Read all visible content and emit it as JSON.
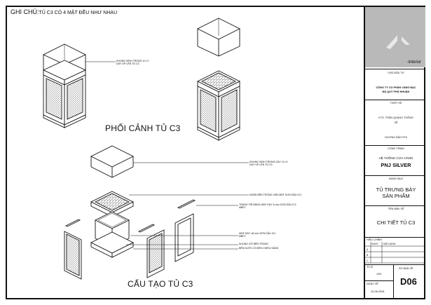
{
  "note": {
    "prefix": "GHI CHÚ:",
    "text": "TỦ C3 CÓ 4 MẶT ĐỀU NHƯ NHAU"
  },
  "views": {
    "perspective_title": "PHỐI CẢNH TỦ C3",
    "structure_title": "CẤU TẠO TỦ C3"
  },
  "labels": {
    "top_perspective": [
      "KHUNG KÍNH TRONG 10 LY",
      "DÁY ÚP LÊN TỦ C3"
    ],
    "glass_frame": [
      "KHUNG KÍNH TRONG DÀY 10 LY",
      "DÁY ÚP LÊN TỦ C3"
    ],
    "top_shelf": "NGĂN BÊN TRONG VÁN MDF SƠN DẦU IC1",
    "side_lamp": [
      "TRANG TRÍ BẰNG MDF DÀY 6 mm SƠN DẦU IC1",
      "MBF1"
    ],
    "base_board": [
      "MDF DÀY 18 mm SƠN DẦU IC1",
      "MBF1"
    ],
    "inner_glass": "KHUNG GỖ BÊN TRONG",
    "bottom_light": "BÊN DƯỚI CÓ ĐÈN CHIẾU SÁNG"
  },
  "title_block": {
    "logo_text": "-interior",
    "owner_label": "CHỦ ĐẦU TƯ",
    "owner_name_1": "CÔNG TY CỔ PHẦN VÀNG BẠC",
    "owner_name_2": "ĐÁ QUÝ PHÚ NHUẬN",
    "design_label": "THIẾT KẾ",
    "designer": "KTS. TRẦN QUANG THÔNG",
    "draw_label": "VẼ",
    "drafter": "DƯƠNG BẢO PHI",
    "project_label": "CÔNG TRÌNH",
    "project_1": "HỆ THỐNG CỬA HÀNG",
    "project_2": "PNJ SILVER",
    "item_label": "HẠNG MỤC",
    "item_1": "TỦ TRƯNG BÀY",
    "item_2": "SẢN PHẨM",
    "sheet_name_label": "TÊN BẢN VẼ",
    "sheet_name": "CHI TIẾT TỦ C3",
    "revision_label": "HIỆU CHỈNH",
    "rev_cols": [
      "NGÀY",
      "NỘI DUNG"
    ],
    "rev_rows": [
      "A",
      "B",
      "C"
    ],
    "scale_label": "TỈ LỆ",
    "scale": "1/20",
    "date_label": "NGÀY VẼ",
    "date": "10-06-2005",
    "sheet_no_label": "SỐ BẢN VẼ",
    "sheet_no": "D06"
  }
}
